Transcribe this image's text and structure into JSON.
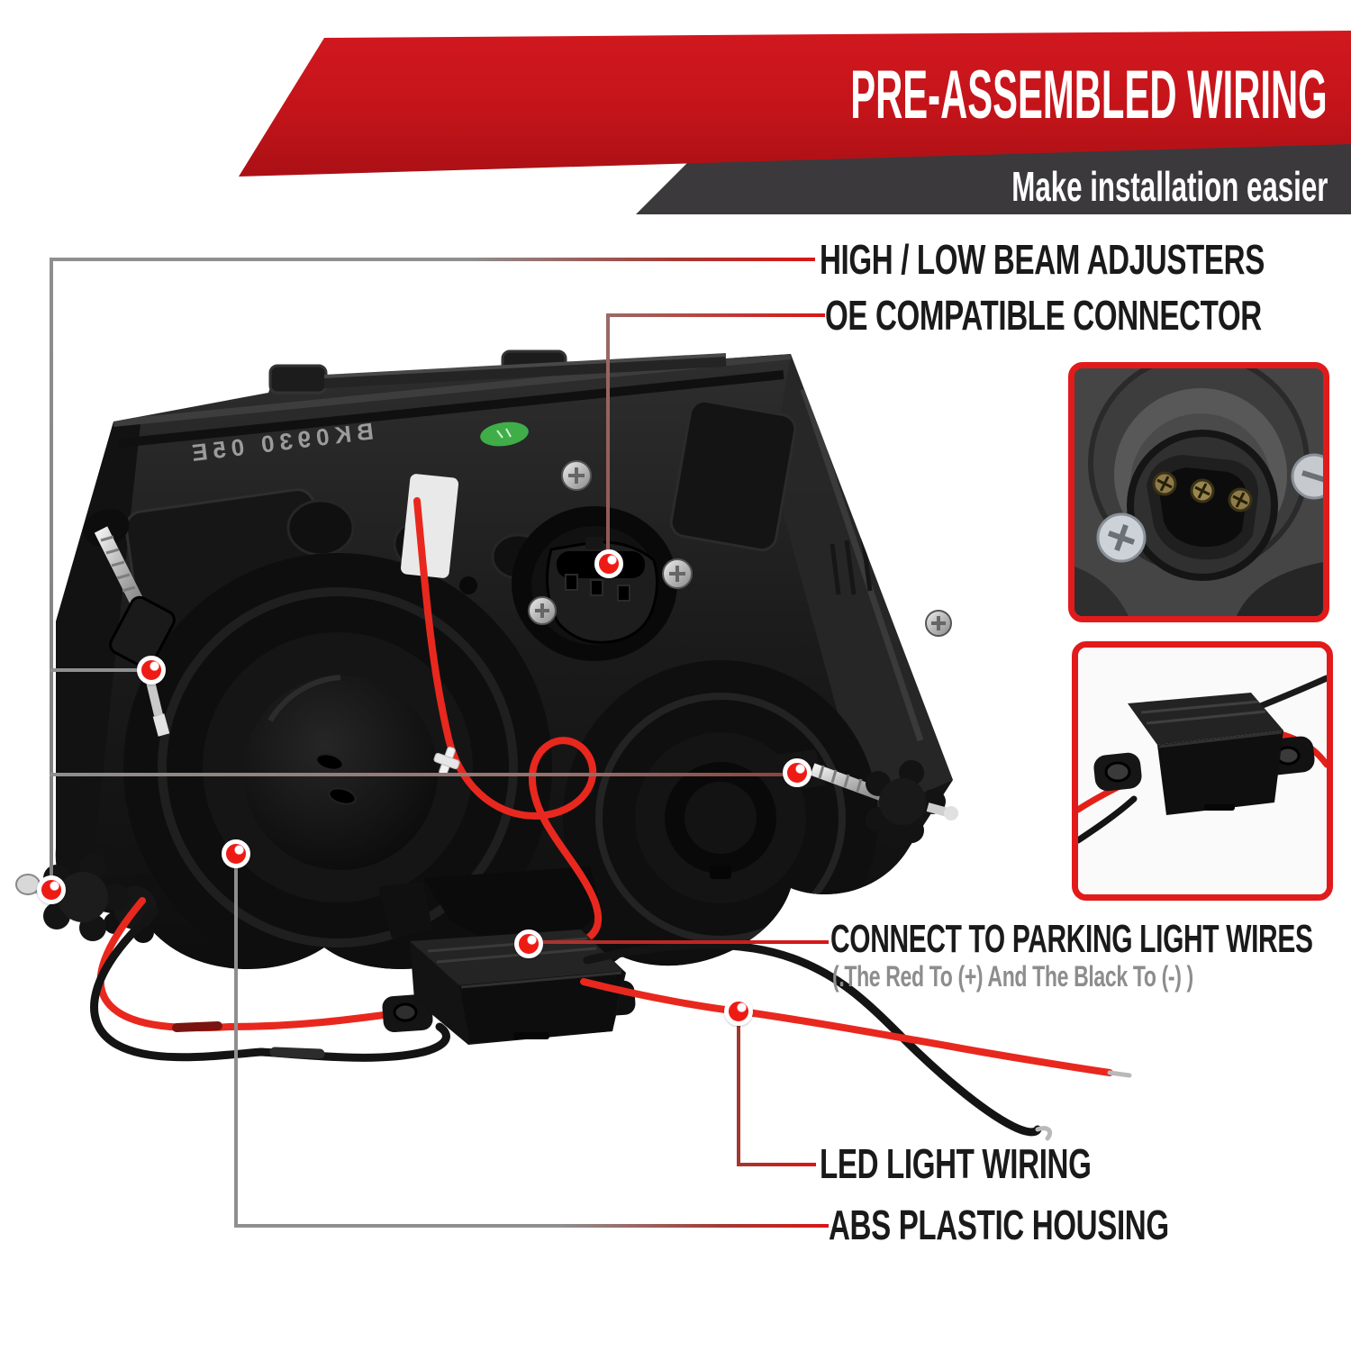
{
  "banner": {
    "title": "PRE-ASSEMBLED WIRING",
    "subtitle": "Make installation easier",
    "red_color": "#c3141a",
    "dark_color": "#3b393c"
  },
  "callouts": {
    "high_low": {
      "label": "HIGH / LOW BEAM ADJUSTERS"
    },
    "oe": {
      "label": "OE COMPATIBLE CONNECTOR"
    },
    "parking": {
      "label": "CONNECT TO PARKING LIGHT WIRES",
      "sub": "(.The Red To (+) And The Black To (-) )"
    },
    "led": {
      "label": "LED LIGHT WIRING"
    },
    "abs": {
      "label": "ABS PLASTIC HOUSING"
    }
  },
  "product": {
    "housing_marking": "BK0930 05E"
  },
  "colors": {
    "accent_red": "#d91616",
    "line_gray": "#8f8f8f",
    "dot_red": "#ee1b15",
    "wire_red": "#e8281e",
    "wire_black": "#141414"
  }
}
